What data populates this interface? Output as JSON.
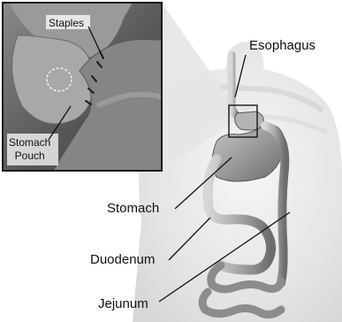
{
  "labels": {
    "staples": "Staples",
    "stomach_pouch_line1": "Stomach",
    "stomach_pouch_line2": "Pouch",
    "esophagus": "Esophagus",
    "stomach": "Stomach",
    "duodenum": "Duodenum",
    "jejunum": "Jejunum"
  },
  "colors": {
    "background": "#ffffff",
    "body_silhouette": "#e3e3e3",
    "organ_fill": "#9a9a9a",
    "inset_bg": "#6e6e6e",
    "leader_line": "#111111"
  }
}
